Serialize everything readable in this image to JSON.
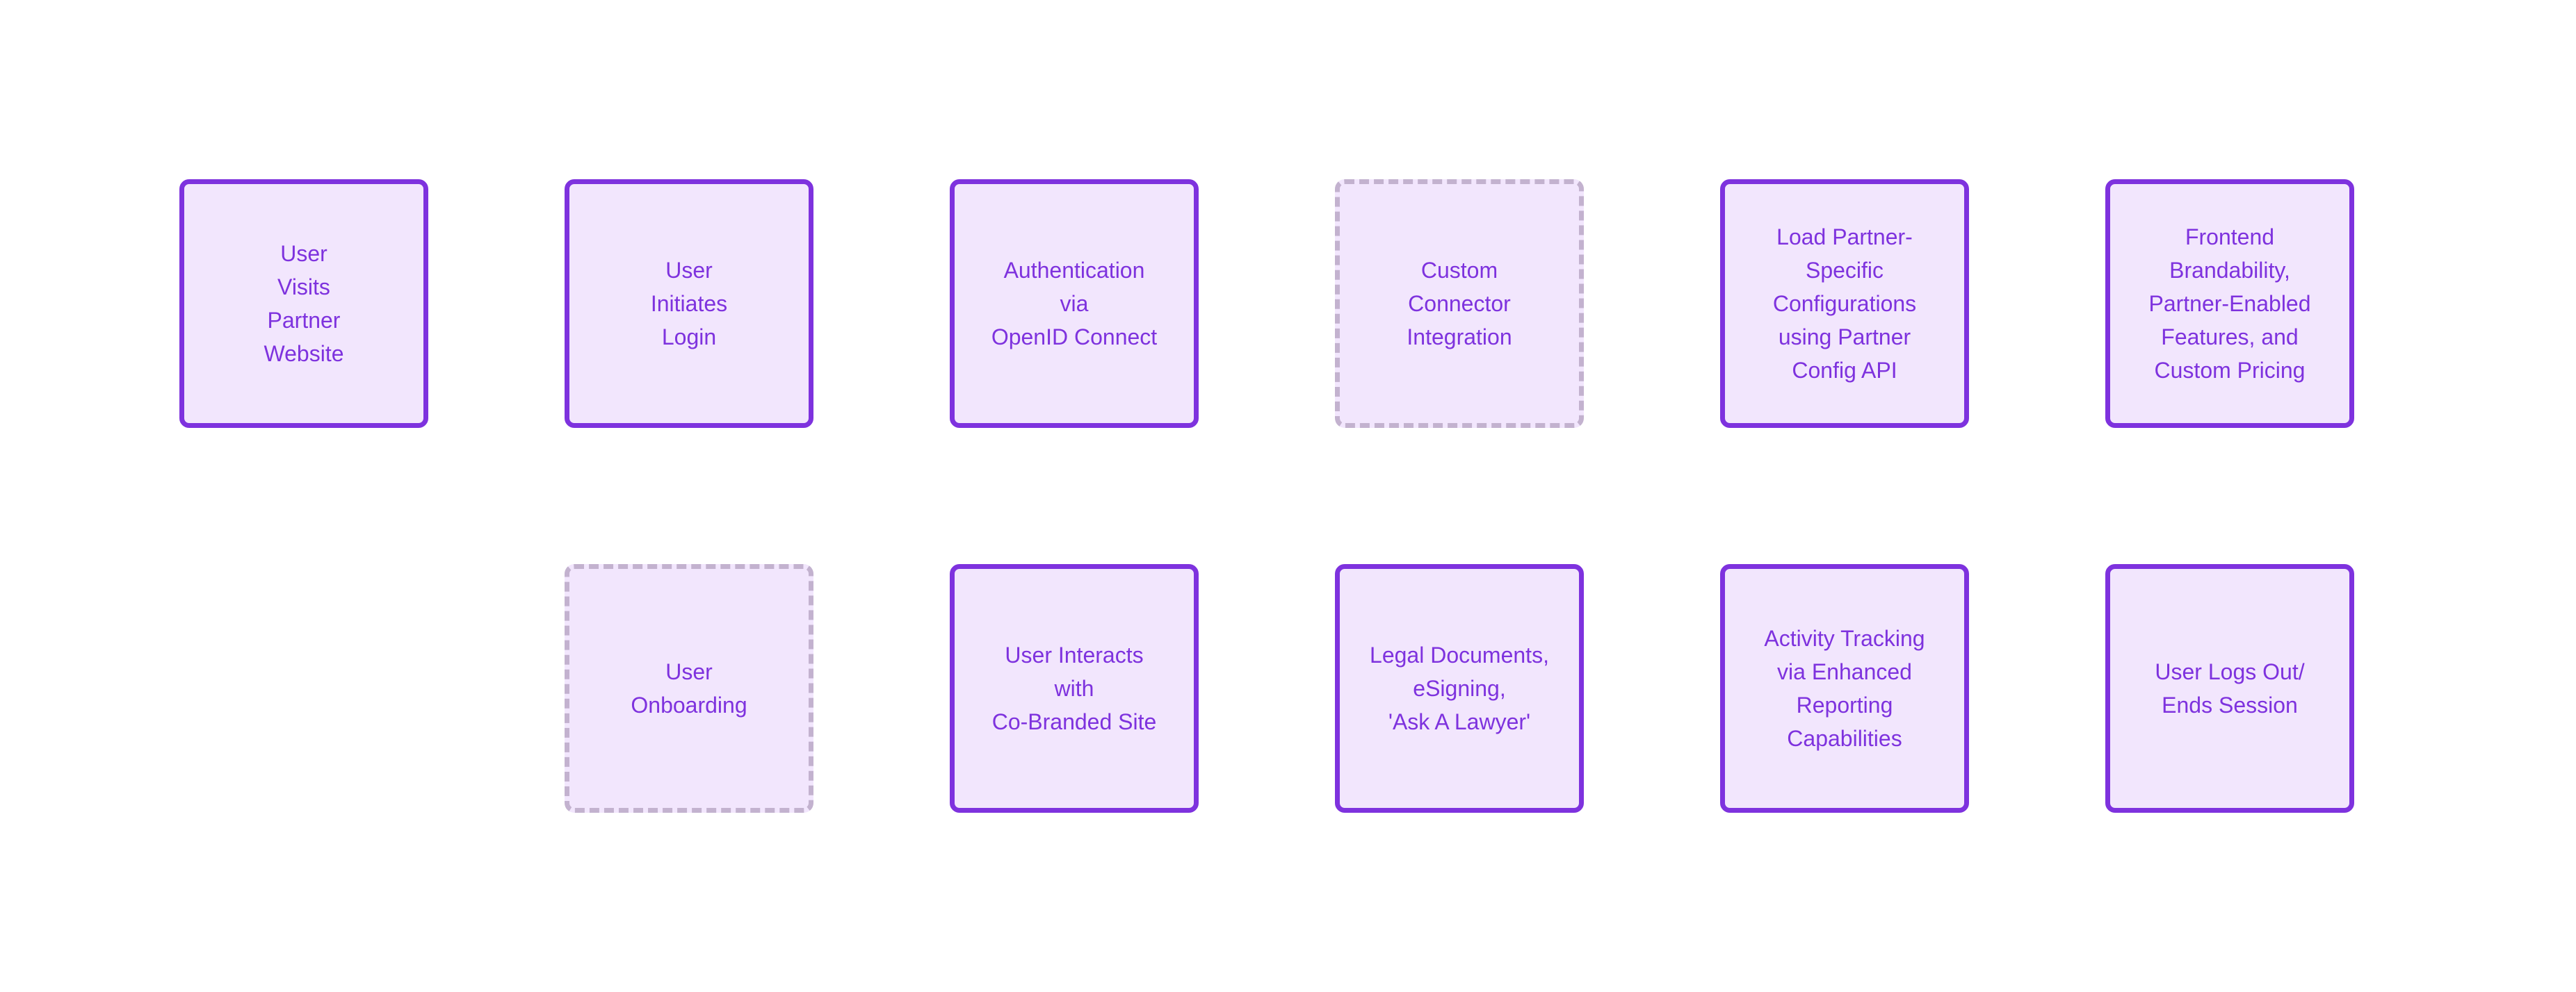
{
  "nodes": [
    {
      "id": "user-visits-partner-website",
      "label": "User\nVisits\nPartner\nWebsite",
      "style": "solid"
    },
    {
      "id": "user-initiates-login",
      "label": "User\nInitiates\nLogin",
      "style": "solid"
    },
    {
      "id": "authentication-via-openid-connect",
      "label": "Authentication\nvia\nOpenID Connect",
      "style": "solid"
    },
    {
      "id": "custom-connector-integration",
      "label": "Custom\nConnector\nIntegration",
      "style": "dashed"
    },
    {
      "id": "load-partner-specific-configurations",
      "label": "Load Partner-\nSpecific\nConfigurations\nusing Partner\nConfig API",
      "style": "solid"
    },
    {
      "id": "frontend-brandability",
      "label": "Frontend\nBrandability,\nPartner-Enabled\nFeatures, and\nCustom Pricing",
      "style": "solid"
    },
    {
      "id": "user-onboarding",
      "label": "User\nOnboarding",
      "style": "dashed"
    },
    {
      "id": "user-interacts-with-co-branded-site",
      "label": "User Interacts\nwith\nCo-Branded Site",
      "style": "solid"
    },
    {
      "id": "legal-documents-esigning",
      "label": "Legal Documents,\neSigning,\n'Ask A Lawyer'",
      "style": "solid"
    },
    {
      "id": "activity-tracking",
      "label": "Activity Tracking\nvia Enhanced\nReporting\nCapabilities",
      "style": "solid"
    },
    {
      "id": "user-logs-out",
      "label": "User Logs Out/\nEnds Session",
      "style": "solid"
    }
  ],
  "colors": {
    "fill": "#f2e6fd",
    "border": "#7e32de",
    "dashed_border": "#c3b2cf",
    "text": "#7e32de"
  }
}
